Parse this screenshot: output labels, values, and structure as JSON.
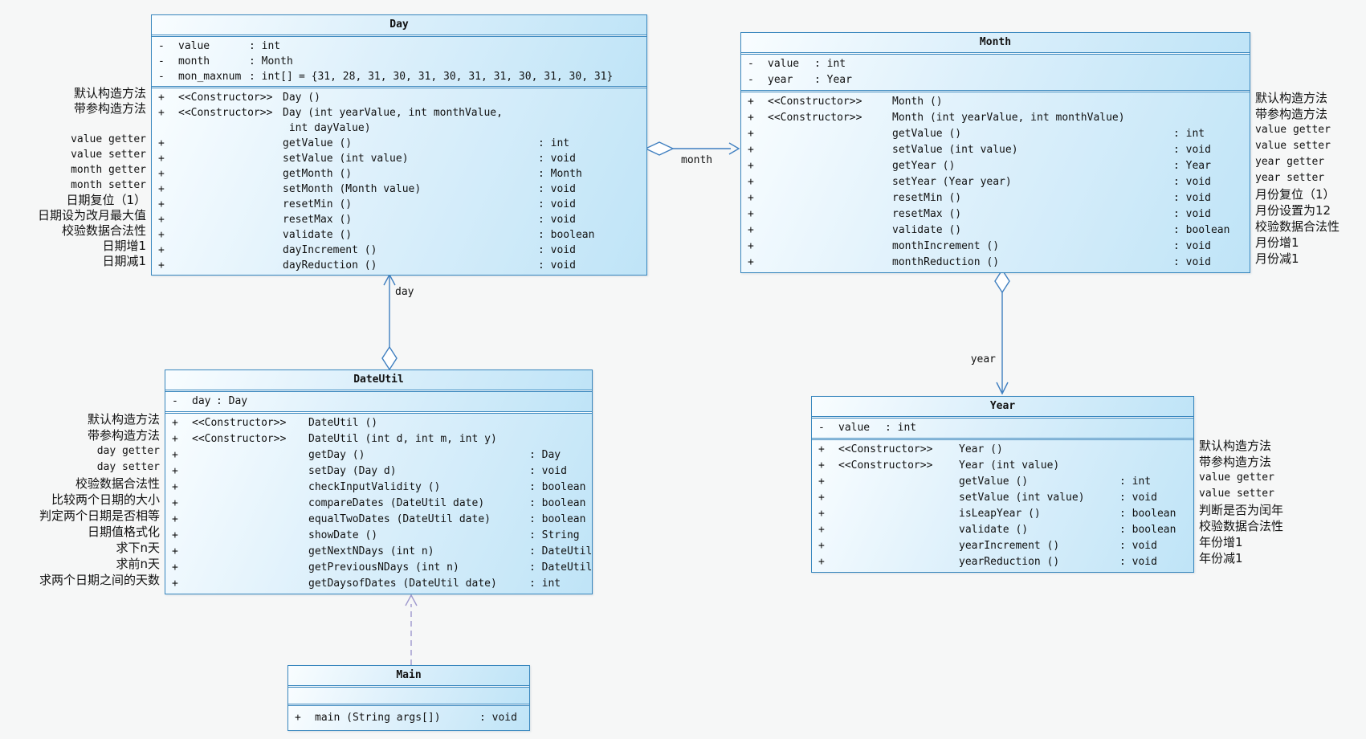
{
  "classes": {
    "day": {
      "title": "Day",
      "attrs": [
        {
          "vis": "-",
          "name": "value",
          "type": ": int",
          "extra": ""
        },
        {
          "vis": "-",
          "name": "month",
          "type": ": Month",
          "extra": ""
        },
        {
          "vis": "-",
          "name": "mon_maxnum",
          "type": ": int[]",
          "extra": "= {31, 28, 31, 30, 31, 30, 31, 31, 30, 31, 30, 31}"
        }
      ],
      "methods": [
        {
          "vis": "+",
          "st": "<<Constructor>>",
          "sig": "Day ()",
          "ret": ""
        },
        {
          "vis": "+",
          "st": "<<Constructor>>",
          "sig": "Day (int yearValue, int monthValue,",
          "ret": ""
        },
        {
          "vis": "",
          "st": "",
          "sig": " int dayValue)",
          "ret": ""
        },
        {
          "vis": "+",
          "st": "",
          "sig": "getValue ()",
          "ret": ": int"
        },
        {
          "vis": "+",
          "st": "",
          "sig": "setValue (int value)",
          "ret": ": void"
        },
        {
          "vis": "+",
          "st": "",
          "sig": "getMonth ()",
          "ret": ": Month"
        },
        {
          "vis": "+",
          "st": "",
          "sig": "setMonth (Month value)",
          "ret": ": void"
        },
        {
          "vis": "+",
          "st": "",
          "sig": "resetMin ()",
          "ret": ": void"
        },
        {
          "vis": "+",
          "st": "",
          "sig": "resetMax ()",
          "ret": ": void"
        },
        {
          "vis": "+",
          "st": "",
          "sig": "validate ()",
          "ret": ": boolean"
        },
        {
          "vis": "+",
          "st": "",
          "sig": "dayIncrement ()",
          "ret": ": void"
        },
        {
          "vis": "+",
          "st": "",
          "sig": "dayReduction ()",
          "ret": ": void"
        }
      ],
      "annotations": [
        "默认构造方法",
        "带参构造方法",
        "",
        "value getter",
        "value setter",
        "month getter",
        "month setter",
        "日期复位（1）",
        "日期设为改月最大值",
        "校验数据合法性",
        "日期增1",
        "日期减1"
      ]
    },
    "month": {
      "title": "Month",
      "attrs": [
        {
          "vis": "-",
          "name": "value",
          "type": ": int",
          "extra": ""
        },
        {
          "vis": "-",
          "name": "year",
          "type": ": Year",
          "extra": ""
        }
      ],
      "methods": [
        {
          "vis": "+",
          "st": "<<Constructor>>",
          "sig": "Month ()",
          "ret": ""
        },
        {
          "vis": "+",
          "st": "<<Constructor>>",
          "sig": "Month (int yearValue, int monthValue)",
          "ret": ""
        },
        {
          "vis": "+",
          "st": "",
          "sig": "getValue ()",
          "ret": ": int"
        },
        {
          "vis": "+",
          "st": "",
          "sig": "setValue (int value)",
          "ret": ": void"
        },
        {
          "vis": "+",
          "st": "",
          "sig": "getYear ()",
          "ret": ": Year"
        },
        {
          "vis": "+",
          "st": "",
          "sig": "setYear (Year year)",
          "ret": ": void"
        },
        {
          "vis": "+",
          "st": "",
          "sig": "resetMin ()",
          "ret": ": void"
        },
        {
          "vis": "+",
          "st": "",
          "sig": "resetMax ()",
          "ret": ": void"
        },
        {
          "vis": "+",
          "st": "",
          "sig": "validate ()",
          "ret": ": boolean"
        },
        {
          "vis": "+",
          "st": "",
          "sig": "monthIncrement ()",
          "ret": ": void"
        },
        {
          "vis": "+",
          "st": "",
          "sig": "monthReduction ()",
          "ret": ": void"
        }
      ],
      "annotations": [
        "默认构造方法",
        "带参构造方法",
        "value getter",
        "value setter",
        "year getter",
        "year setter",
        "月份复位（1）",
        "月份设置为12",
        "校验数据合法性",
        "月份增1",
        "月份减1"
      ]
    },
    "dateutil": {
      "title": "DateUtil",
      "attrs": [
        {
          "vis": "-",
          "name": "day",
          "type": ": Day",
          "extra": ""
        }
      ],
      "methods": [
        {
          "vis": "+",
          "st": "<<Constructor>>",
          "sig": "DateUtil ()",
          "ret": ""
        },
        {
          "vis": "+",
          "st": "<<Constructor>>",
          "sig": "DateUtil (int d, int m, int y)",
          "ret": ""
        },
        {
          "vis": "+",
          "st": "",
          "sig": "getDay ()",
          "ret": ": Day"
        },
        {
          "vis": "+",
          "st": "",
          "sig": "setDay (Day d)",
          "ret": ": void"
        },
        {
          "vis": "+",
          "st": "",
          "sig": "checkInputValidity ()",
          "ret": ": boolean"
        },
        {
          "vis": "+",
          "st": "",
          "sig": "compareDates (DateUtil date)",
          "ret": ": boolean"
        },
        {
          "vis": "+",
          "st": "",
          "sig": "equalTwoDates (DateUtil date)",
          "ret": ": boolean"
        },
        {
          "vis": "+",
          "st": "",
          "sig": "showDate ()",
          "ret": ": String"
        },
        {
          "vis": "+",
          "st": "",
          "sig": "getNextNDays (int n)",
          "ret": ": DateUtil"
        },
        {
          "vis": "+",
          "st": "",
          "sig": "getPreviousNDays (int n)",
          "ret": ": DateUtil"
        },
        {
          "vis": "+",
          "st": "",
          "sig": "getDaysofDates (DateUtil date)",
          "ret": ": int"
        }
      ],
      "annotations": [
        "默认构造方法",
        "带参构造方法",
        "day getter",
        "day setter",
        "校验数据合法性",
        "比较两个日期的大小",
        "判定两个日期是否相等",
        "日期值格式化",
        "求下n天",
        "求前n天",
        "求两个日期之间的天数"
      ]
    },
    "year": {
      "title": "Year",
      "attrs": [
        {
          "vis": "-",
          "name": "value",
          "type": ": int",
          "extra": ""
        }
      ],
      "methods": [
        {
          "vis": "+",
          "st": "<<Constructor>>",
          "sig": "Year ()",
          "ret": ""
        },
        {
          "vis": "+",
          "st": "<<Constructor>>",
          "sig": "Year (int value)",
          "ret": ""
        },
        {
          "vis": "+",
          "st": "",
          "sig": "getValue ()",
          "ret": ": int"
        },
        {
          "vis": "+",
          "st": "",
          "sig": "setValue (int value)",
          "ret": ": void"
        },
        {
          "vis": "+",
          "st": "",
          "sig": "isLeapYear ()",
          "ret": ": boolean"
        },
        {
          "vis": "+",
          "st": "",
          "sig": "validate ()",
          "ret": ": boolean"
        },
        {
          "vis": "+",
          "st": "",
          "sig": "yearIncrement ()",
          "ret": ": void"
        },
        {
          "vis": "+",
          "st": "",
          "sig": "yearReduction ()",
          "ret": ": void"
        }
      ],
      "annotations": [
        "默认构造方法",
        "带参构造方法",
        "value getter",
        "value setter",
        "判断是否为闰年",
        "校验数据合法性",
        "年份增1",
        "年份减1"
      ]
    },
    "main": {
      "title": "Main",
      "attrs": [],
      "methods": [
        {
          "vis": "+",
          "st": "",
          "sig": "main (String args[])",
          "ret": ": void"
        }
      ],
      "annotations": []
    }
  },
  "connectors": {
    "day_month": {
      "label": "month",
      "type": "aggregation"
    },
    "dateutil_day": {
      "label": "day",
      "type": "aggregation"
    },
    "month_year": {
      "label": "year",
      "type": "aggregation"
    },
    "main_dateutil": {
      "type": "dependency"
    }
  },
  "colors": {
    "box_border": "#3987be",
    "box_fill_light": "#f9fdff",
    "box_fill_dark": "#bfe4f7",
    "connector_blue": "#3f7fc0",
    "dependency_purple": "#9e98cd",
    "background": "#f6f7f7"
  }
}
